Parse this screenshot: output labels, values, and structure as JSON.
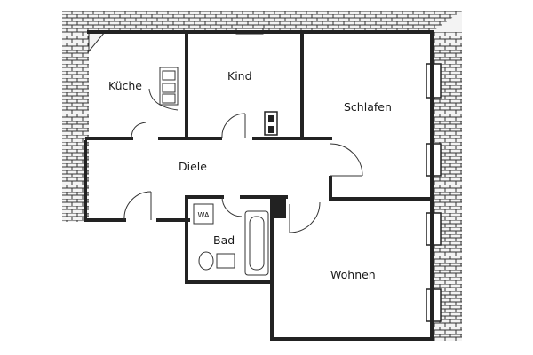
{
  "plan": {
    "rooms": [
      {
        "id": "kueche",
        "label": "Küche"
      },
      {
        "id": "kind",
        "label": "Kind"
      },
      {
        "id": "schlafen",
        "label": "Schlafen"
      },
      {
        "id": "diele",
        "label": "Diele"
      },
      {
        "id": "bad",
        "label": "Bad"
      },
      {
        "id": "wohnen",
        "label": "Wohnen"
      }
    ],
    "fixture_mark": "WA"
  }
}
